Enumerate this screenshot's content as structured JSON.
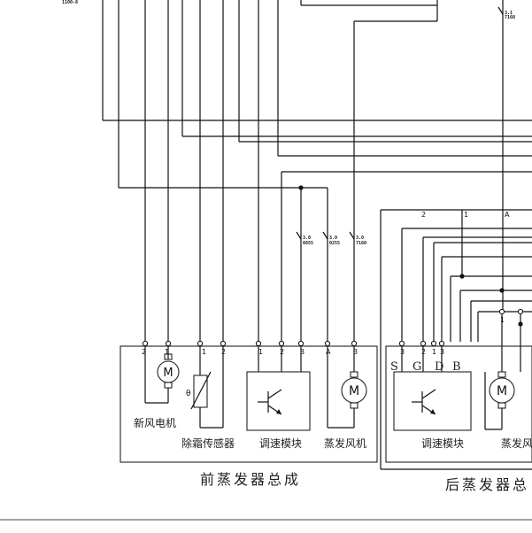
{
  "top_left_code": "1100-8",
  "top_right_code": "3.1\n7160",
  "wire_tags": [
    {
      "line1": "3.0",
      "line2": "0655"
    },
    {
      "line1": "3.0",
      "line2": "0255"
    },
    {
      "line1": "3.0",
      "line2": "7160"
    }
  ],
  "front": {
    "assembly_label": "前蒸发器总成",
    "pins": [
      "2",
      "1",
      "1",
      "2",
      "1",
      "2",
      "3",
      "A",
      "3"
    ],
    "fresh_air_motor": "新风电机",
    "defrost_sensor": "除霜传感器",
    "speed_module": "调速模块",
    "evap_fan": "蒸发风机"
  },
  "rear": {
    "assembly_label": "后蒸发器总",
    "pins": [
      "3",
      "2",
      "1",
      "3"
    ],
    "bus_pins": [
      "2",
      "1",
      "A"
    ],
    "side_pin": "1",
    "terminal_letters": [
      "S",
      "G",
      "D",
      "B"
    ],
    "speed_module": "调速模块",
    "evap_fan": "蒸发风"
  },
  "motor_symbol": "M",
  "theta_symbol": "θ"
}
